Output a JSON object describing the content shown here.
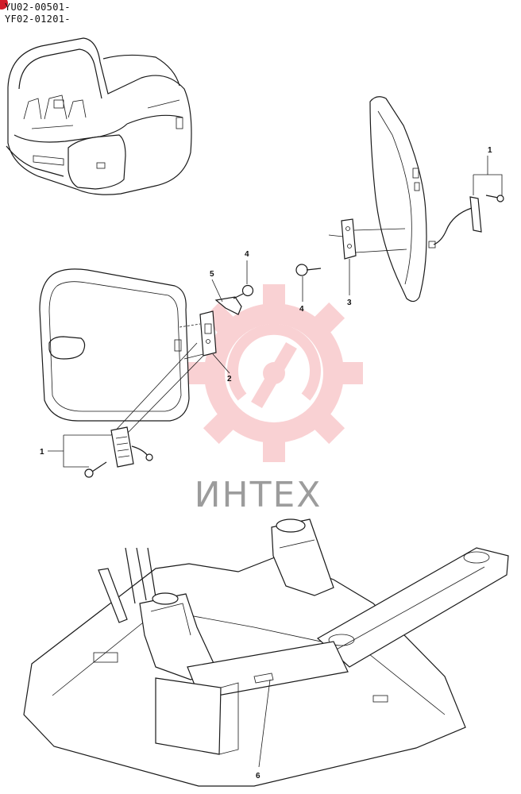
{
  "header": {
    "serial_1": "YU02-00501-",
    "serial_2": "YF02-01201-"
  },
  "watermark": {
    "text": "ИНТЕХ",
    "color": "#e8343c"
  },
  "callouts": [
    {
      "id": "callout-1-upper",
      "number": "1"
    },
    {
      "id": "callout-1-lower",
      "number": "1"
    },
    {
      "id": "callout-2",
      "number": "2"
    },
    {
      "id": "callout-3",
      "number": "3"
    },
    {
      "id": "callout-4-upper",
      "number": "4"
    },
    {
      "id": "callout-4-lower",
      "number": "4"
    },
    {
      "id": "callout-5",
      "number": "5"
    },
    {
      "id": "callout-6",
      "number": "6"
    }
  ]
}
